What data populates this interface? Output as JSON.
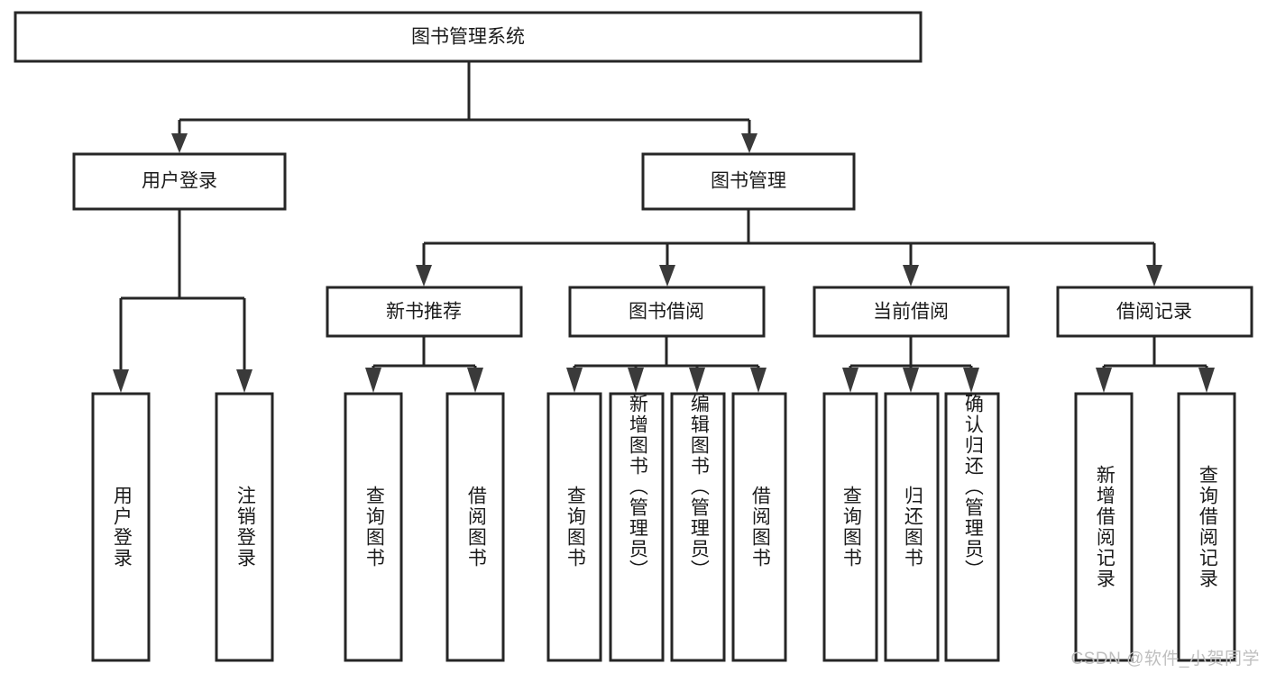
{
  "diagram": {
    "type": "hierarchy-tree",
    "title": "图书管理系统",
    "levels": 3,
    "root": {
      "label": "图书管理系统"
    },
    "level2": [
      {
        "label": "用户登录"
      },
      {
        "label": "图书管理"
      }
    ],
    "level3_under_book_management": [
      {
        "label": "新书推荐"
      },
      {
        "label": "图书借阅"
      },
      {
        "label": "当前借阅"
      },
      {
        "label": "借阅记录"
      }
    ],
    "leaves": {
      "user_login": [
        {
          "label": "用户登录"
        },
        {
          "label": "注销登录"
        }
      ],
      "new_book_recommend": [
        {
          "label": "查询图书"
        },
        {
          "label": "借阅图书"
        }
      ],
      "book_borrow": [
        {
          "label": "查询图书"
        },
        {
          "label": "新增图书（管理员）"
        },
        {
          "label": "编辑图书（管理员）"
        },
        {
          "label": "借阅图书"
        }
      ],
      "current_borrow": [
        {
          "label": "查询图书"
        },
        {
          "label": "归还图书"
        },
        {
          "label": "确认归还（管理员）"
        }
      ],
      "borrow_record": [
        {
          "label": "新增借阅记录"
        },
        {
          "label": "查询借阅记录"
        }
      ]
    }
  },
  "watermark": {
    "text": "CSDN @软件_小贺同学"
  },
  "colors": {
    "box_stroke": "#262626",
    "box_fill": "#ffffff",
    "text": "#1b1b1b",
    "watermark": "#bfbfbf",
    "background": "#ffffff"
  }
}
